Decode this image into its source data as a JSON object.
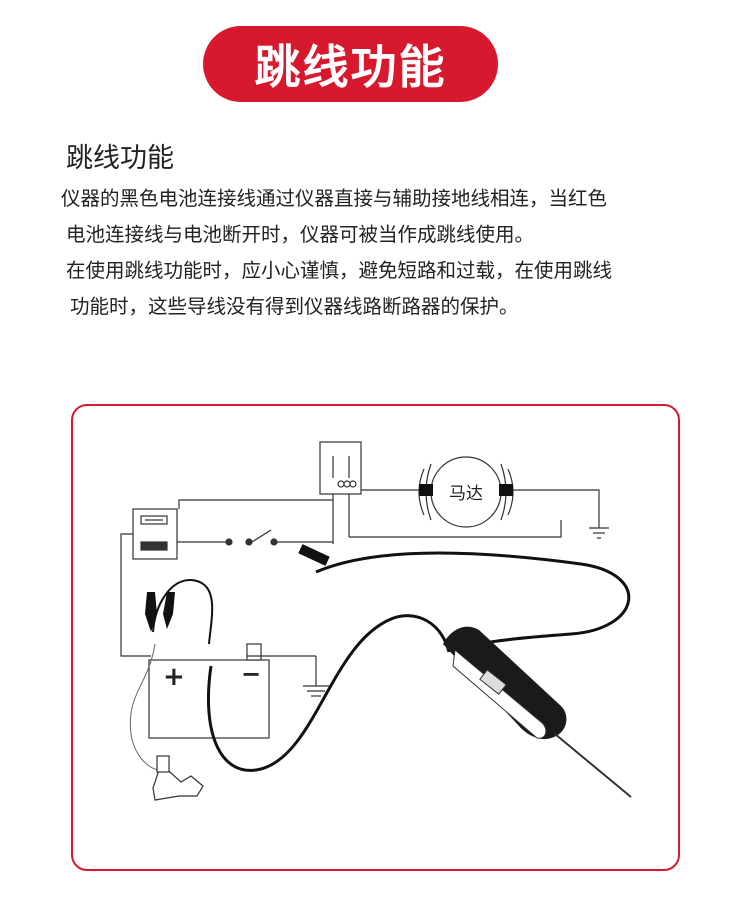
{
  "banner": {
    "title": "跳线功能",
    "color": "#d7192d"
  },
  "section": {
    "title": "跳线功能"
  },
  "paragraphs": {
    "p1_line1": "仪器的黑色电池连接线通过仪器直接与辅助接地线相连，当红色",
    "p1_line2": "电池连接线与电池断开时，仪器可被当作成跳线使用。",
    "p2_line1": "在使用跳线功能时，应小心谨慎，避免短路和过载，在使用跳线",
    "p2_line2": "功能时，这些导线没有得到仪器线路断路器的保护。"
  },
  "diagram": {
    "motor_label": "马达",
    "battery_plus": "+",
    "battery_minus": "−",
    "frame_color": "#d7192d",
    "components": [
      "fuse",
      "relay",
      "motor",
      "switch",
      "battery",
      "ground",
      "probe",
      "alligator-clips"
    ]
  }
}
